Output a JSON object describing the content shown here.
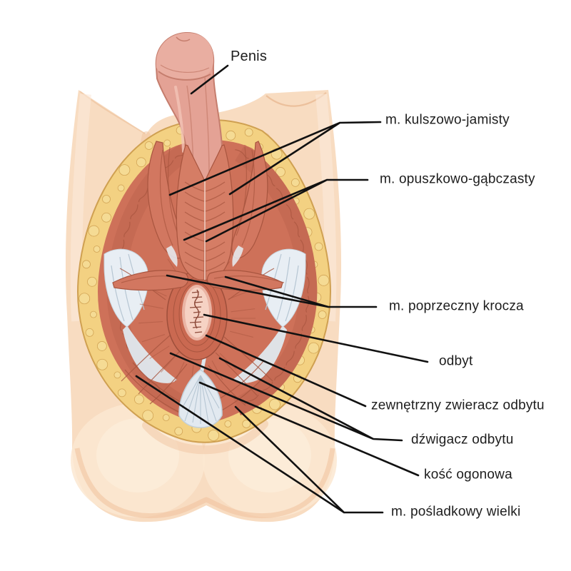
{
  "diagram": {
    "description": "Anatomical diagram of the male perineum (lithotomy view) with Polish labels",
    "labels": [
      {
        "id": "penis",
        "text": "Penis"
      },
      {
        "id": "ischiocavernosus",
        "text": "m. kulszowo-jamisty"
      },
      {
        "id": "bulbospongiosus",
        "text": "m. opuszkowo-gąbczasty"
      },
      {
        "id": "transverse-perineal",
        "text": "m. poprzeczny krocza"
      },
      {
        "id": "anus",
        "text": "odbyt"
      },
      {
        "id": "external-anal-sphincter",
        "text": "zewnętrzny zwieracz odbytu"
      },
      {
        "id": "levator-ani",
        "text": "dźwigacz odbytu"
      },
      {
        "id": "coccyx",
        "text": "kość ogonowa"
      },
      {
        "id": "gluteus-maximus",
        "text": "m. pośladkowy wielki"
      }
    ],
    "colors": {
      "skin": "#f8dcc1",
      "fat_tissue": "#f3d182",
      "fat_outline": "#cfa051",
      "muscle": "#ce7159",
      "muscle_dark": "#a8553f",
      "penis_skin": "#e4a295",
      "fascia_white": "#e8eef4",
      "anus_pink": "#f6d2c4",
      "leader_line": "#111111",
      "label_text": "#1d1d1d",
      "background": "#ffffff"
    }
  }
}
